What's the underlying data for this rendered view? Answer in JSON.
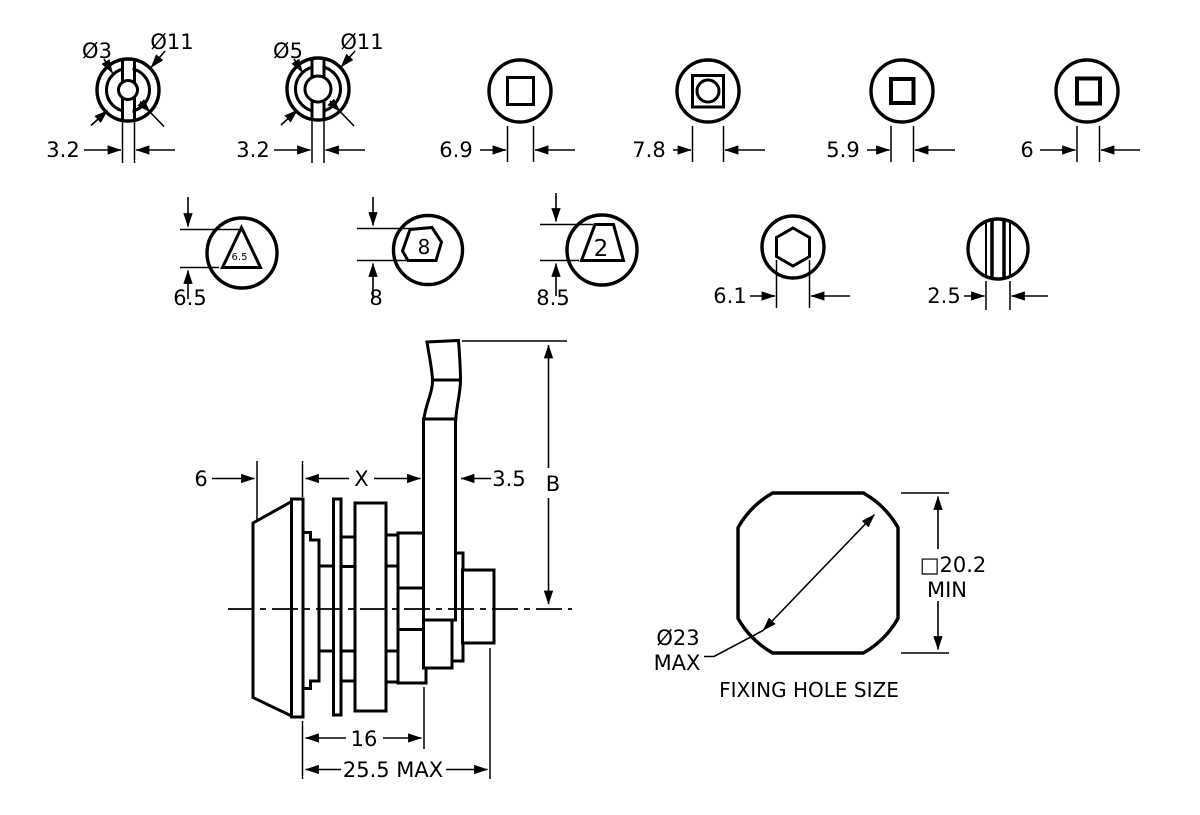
{
  "colors": {
    "line": "#000000",
    "background": "#ffffff"
  },
  "row1": [
    {
      "id": "double-bit-small-bore",
      "bore": "Ø3",
      "outer": "Ø11",
      "slot": "3.2"
    },
    {
      "id": "double-bit-large-bore",
      "bore": "Ø5",
      "outer": "Ø11",
      "slot": "3.2"
    },
    {
      "id": "square-drive-large",
      "dim": "6.9"
    },
    {
      "id": "square-drive-with-ring",
      "dim": "7.8"
    },
    {
      "id": "square-drive-small",
      "dim": "5.9"
    },
    {
      "id": "square-drive-medium",
      "dim": "6"
    }
  ],
  "row2": [
    {
      "id": "triangle-drive",
      "dim": "6.5",
      "inner": "6.5"
    },
    {
      "id": "pentagon-drive",
      "dim": "8",
      "inner": "8"
    },
    {
      "id": "trapezoid-drive",
      "dim": "8.5",
      "inner": "2"
    },
    {
      "id": "hexagon-drive",
      "dim": "6.1"
    },
    {
      "id": "slot-drive",
      "dim": "2.5"
    }
  ],
  "side_view": {
    "front_protrusion": "6",
    "grip_length": "X",
    "cam_thickness": "3.5",
    "cam_height": "B",
    "thread_length": "16",
    "overall_length": "25.5 MAX"
  },
  "fixing_hole": {
    "diameter": "Ø23",
    "diameter_suffix": "MAX",
    "across_flats": "□20.2",
    "across_flats_suffix": "MIN",
    "caption": "FIXING HOLE SIZE"
  }
}
